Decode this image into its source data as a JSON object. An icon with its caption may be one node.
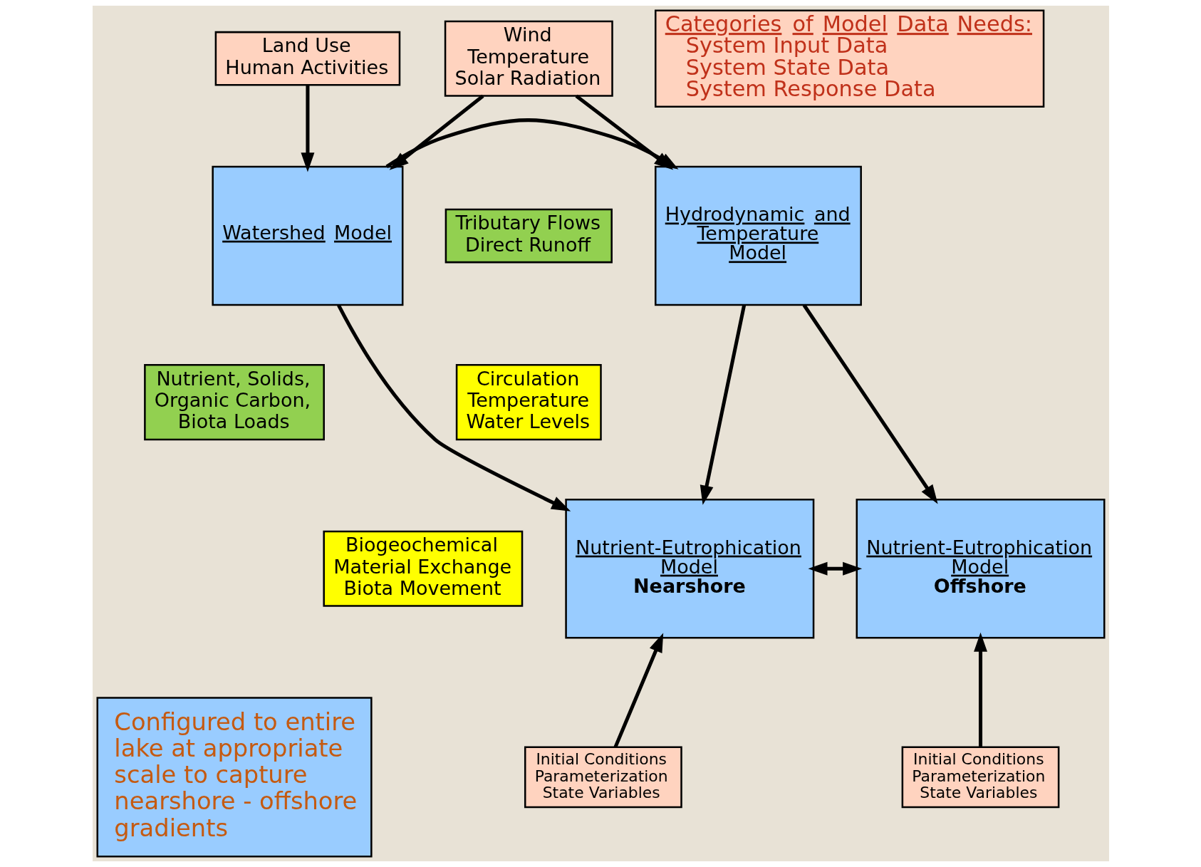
{
  "diagram": {
    "nodes": [
      {
        "text": [
          "Land Use",
          "Human Activities"
        ]
      },
      {
        "text": [
          "Wind",
          "Temperature",
          "Solar Radiation"
        ]
      },
      {
        "text": [
          "Watershed Model"
        ]
      },
      {
        "text": [
          "Tributary Flows",
          "Direct Runoff"
        ]
      },
      {
        "text": [
          "Hydrodynamic and Temperature Model"
        ]
      },
      {
        "text": [
          "Nutrient, Solids,",
          "Organic Carbon,",
          "Biota Loads"
        ]
      },
      {
        "text": [
          "Circulation",
          "Temperature",
          "Water Levels"
        ]
      },
      {
        "text": [
          "Nutrient-Eutrophication Model",
          "Nearshore"
        ]
      },
      {
        "text": [
          "Nutrient-Eutrophication Model",
          "Offshore"
        ]
      },
      {
        "text": [
          "Biogeochemical",
          "Material Exchange",
          "Biota Movement"
        ]
      },
      {
        "text": [
          "Configured to entire lake at appropriate scale to capture nearshore - offshore gradients"
        ]
      },
      {
        "text": [
          "Initial Conditions",
          "Parameterization",
          "State Variables"
        ]
      },
      {
        "text": [
          "Initial Conditions",
          "Parameterization",
          "State Variables"
        ]
      },
      {
        "text": [
          "Categories of Model Data Needs:",
          "System Input Data",
          "System State Data",
          "System Response Data"
        ]
      }
    ],
    "edges": [
      {
        "from": 0,
        "to": 2,
        "arrow": "to"
      },
      {
        "from": 1,
        "to": 2,
        "arrow": "to"
      },
      {
        "from": 1,
        "to": 4,
        "arrow": "to"
      },
      {
        "from": 2,
        "to": 4,
        "arrow": "to"
      },
      {
        "from": 2,
        "to": 7,
        "arrow": "to"
      },
      {
        "from": 4,
        "to": 7,
        "arrow": "to"
      },
      {
        "from": 4,
        "to": 8,
        "arrow": "to"
      },
      {
        "from": 7,
        "to": 8,
        "arrow": "both"
      },
      {
        "from": 11,
        "to": 7,
        "arrow": "to"
      },
      {
        "from": 12,
        "to": 8,
        "arrow": "to"
      }
    ]
  }
}
